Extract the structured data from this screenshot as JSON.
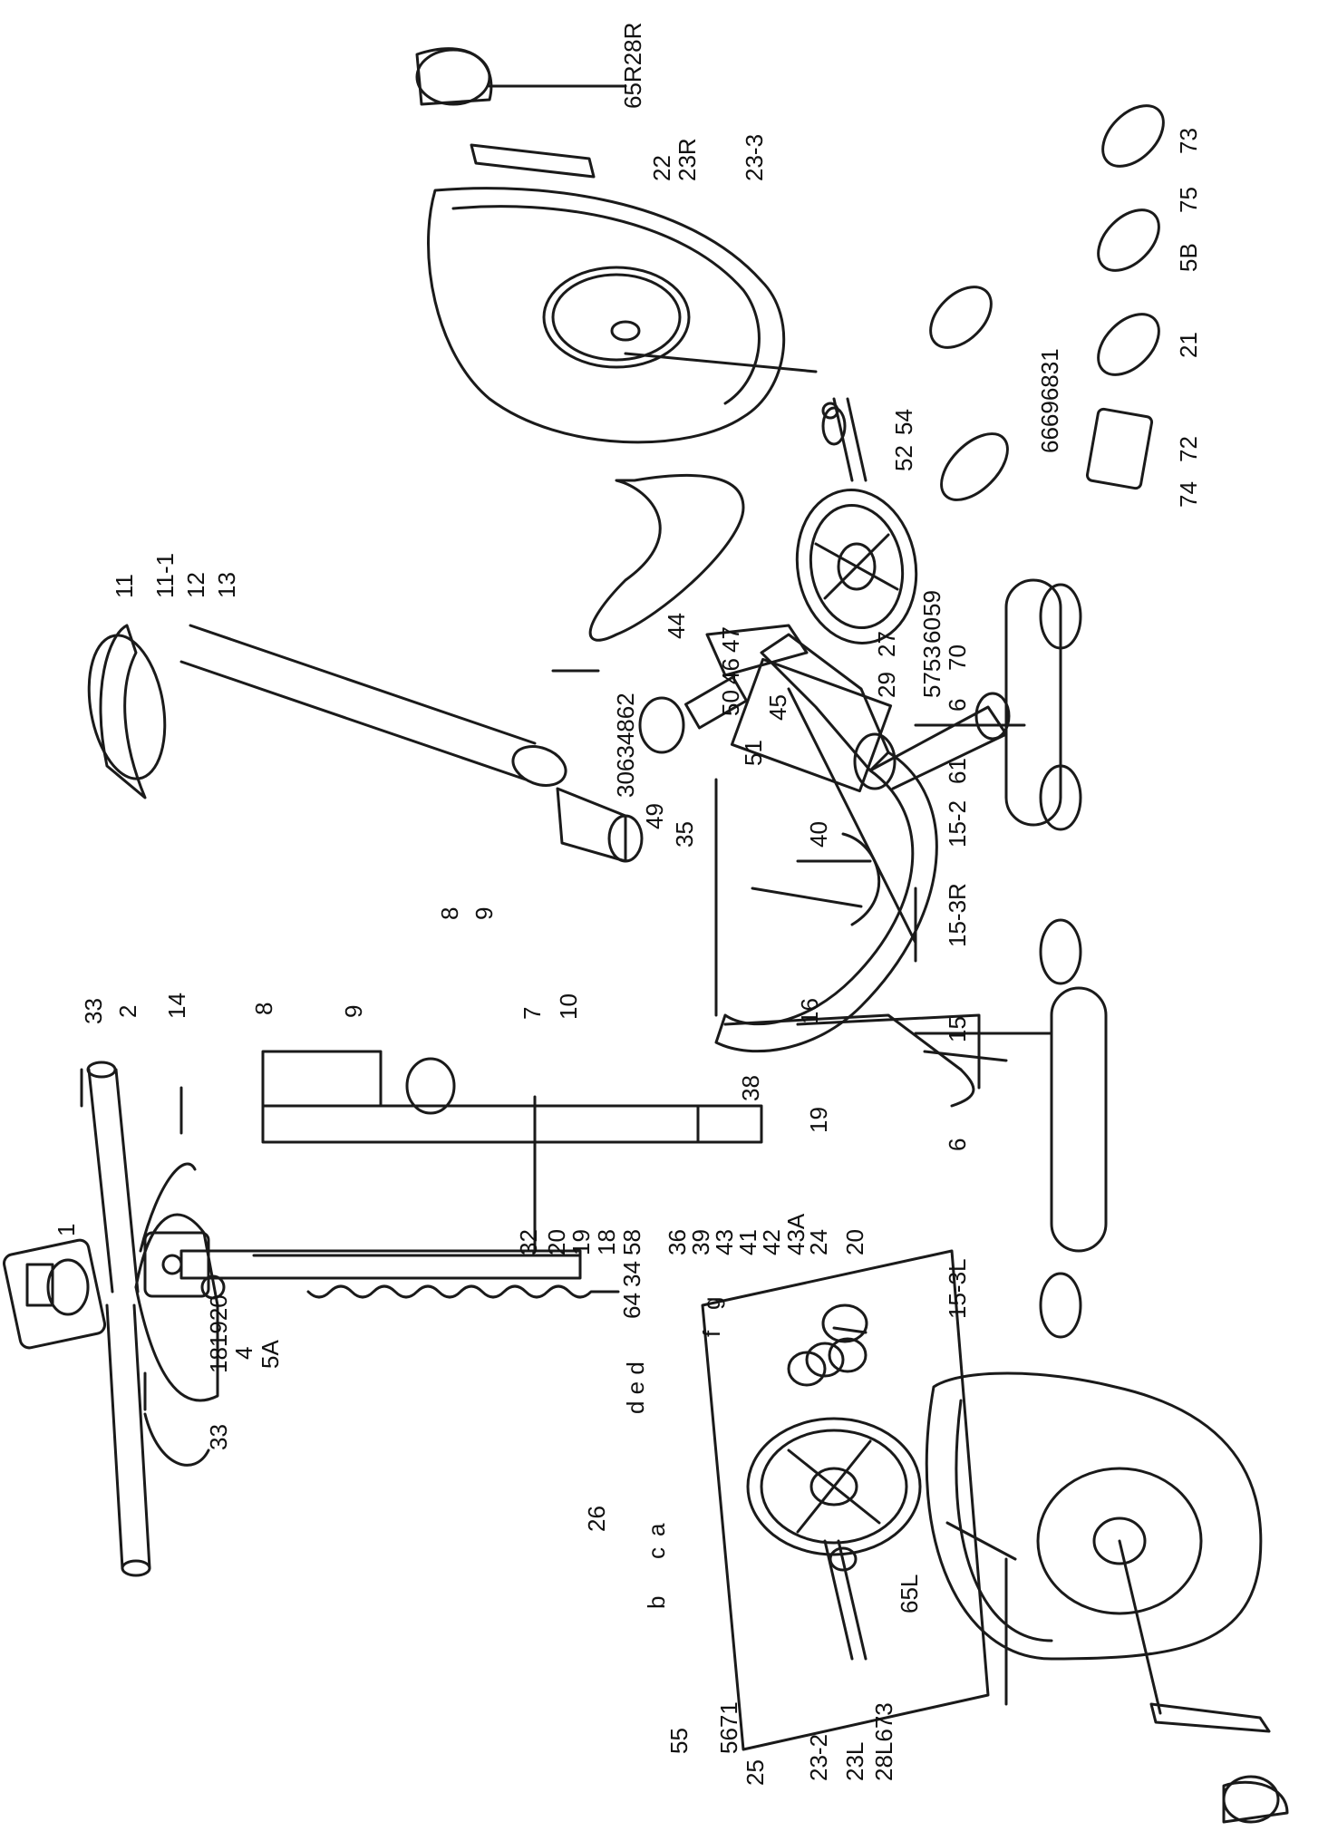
{
  "labels": {
    "l_1": "1",
    "l_33a": "33",
    "l_2": "2",
    "l_14": "14",
    "l_8a": "8",
    "l_9a": "9",
    "l_7": "7",
    "l_10": "10",
    "l_11": "11",
    "l_11_1": "11-1",
    "l_12": "12",
    "l_13": "13",
    "l_8b": "8",
    "l_9b": "9",
    "l_16": "16",
    "l_15": "15",
    "l_15_3R": "15-3R",
    "l_15_3L": "15-3L",
    "l_15_2": "15-2",
    "l_6a": "6",
    "l_6b": "6",
    "l_70": "70",
    "l_61": "61",
    "l_19a": "19",
    "l_20a": "20",
    "l_24": "24",
    "l_43A": "43A",
    "l_42": "42",
    "l_41": "41",
    "l_43": "43",
    "l_39": "39",
    "l_36": "36",
    "l_38": "38",
    "l_32": "32",
    "l_20b": "20",
    "l_19b": "19",
    "l_18": "18",
    "l_58": "58",
    "l_34": "34",
    "l_64": "64",
    "l_181920": "181920",
    "l_4": "4",
    "l_5A": "5A",
    "l_33b": "33",
    "l_26": "26",
    "l_55": "55",
    "l_5671": "5671",
    "l_25": "25",
    "l_23_2": "23-2",
    "l_23L": "23L",
    "l_28L673": "28L673",
    "l_65L": "65L",
    "l_b": "b",
    "l_c": "c",
    "l_a": "a",
    "l_ded": "d e d",
    "l_f": "f",
    "l_g": "g",
    "l_44": "44",
    "l_30634862": "30634862",
    "l_49": "49",
    "l_35": "35",
    "l_40": "40",
    "l_50": "50",
    "l_46": "46",
    "l_47": "47",
    "l_51": "51",
    "l_45": "45",
    "l_29": "29",
    "l_27": "27",
    "l_5753": "5753",
    "l_60": "60",
    "l_59": "59",
    "l_52": "52",
    "l_54": "54",
    "l_22": "22",
    "l_23R": "23R",
    "l_23_3": "23-3",
    "l_65R28R": "65R28R",
    "l_73": "73",
    "l_75": "75",
    "l_5B": "5B",
    "l_21": "21",
    "l_66696831": "66696831",
    "l_72": "72",
    "l_74": "74"
  }
}
